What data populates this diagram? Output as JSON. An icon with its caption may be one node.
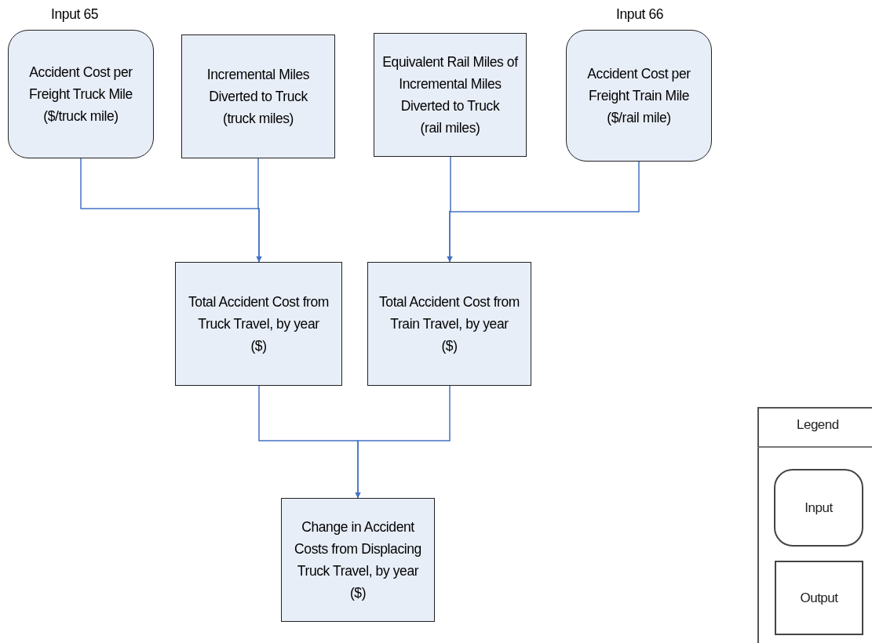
{
  "diagram": {
    "nodes": [
      {
        "text": [
          "Accident Cost per Freight Truck Mile",
          "($/truck mile)"
        ],
        "beside": [
          "Input 65"
        ]
      },
      {
        "text": [
          "Incremental Miles Diverted to Truck",
          "(truck miles)"
        ]
      },
      {
        "text": [
          "Equivalent Rail Miles of Incremental Miles Diverted to Truck",
          "(rail miles)"
        ]
      },
      {
        "text": [
          "Accident Cost per Freight Train Mile",
          "($/rail mile)"
        ],
        "beside": [
          "Input 66"
        ]
      },
      {
        "text": [
          "Total Accident Cost from Truck Travel, by year",
          "($)"
        ]
      },
      {
        "text": [
          "Total Accident Cost from Train Travel, by year",
          "($)"
        ]
      },
      {
        "text": [
          "Change in Accident Costs from Displacing Truck Travel, by year",
          "($)"
        ]
      }
    ],
    "edges": [
      {
        "from": 0,
        "to": 4,
        "arrow": "to"
      },
      {
        "from": 1,
        "to": 4,
        "arrow": "to"
      },
      {
        "from": 2,
        "to": 5,
        "arrow": "to"
      },
      {
        "from": 3,
        "to": 5,
        "arrow": "to"
      },
      {
        "from": 4,
        "to": 6,
        "arrow": "to"
      },
      {
        "from": 5,
        "to": 6,
        "arrow": "to"
      }
    ],
    "labels": [
      "Legend"
    ],
    "legend": [
      {
        "text": "Input"
      },
      {
        "text": "Output"
      }
    ]
  }
}
